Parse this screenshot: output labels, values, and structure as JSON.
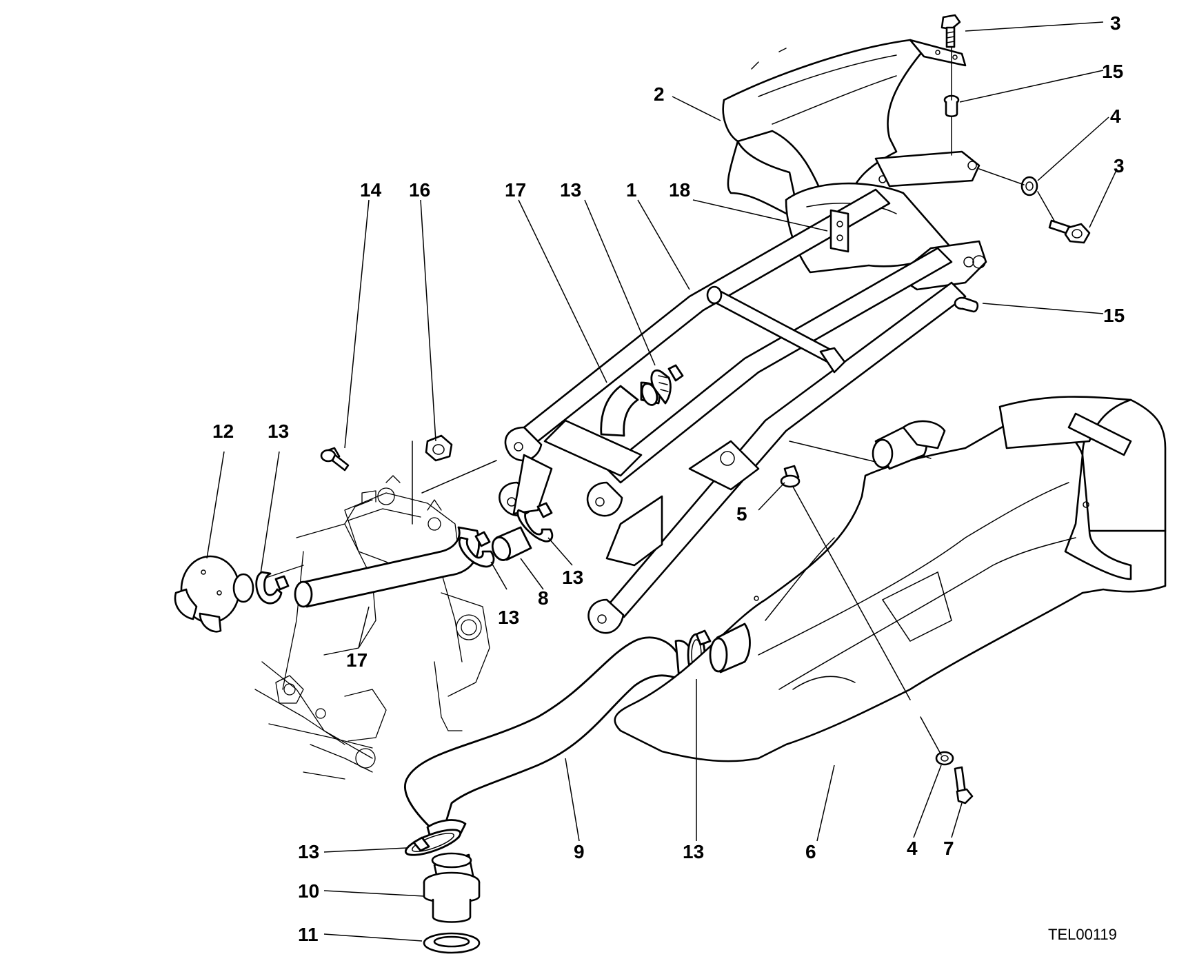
{
  "callouts": {
    "c3_top": "3",
    "c15_top": "15",
    "c2": "2",
    "c4_right": "4",
    "c3_right": "3",
    "c14": "14",
    "c16": "16",
    "c17_top": "17",
    "c13_top": "13",
    "c1": "1",
    "c18": "18",
    "c15_right": "15",
    "c12": "12",
    "c13_left": "13",
    "c5": "5",
    "c13_mid": "13",
    "c8": "8",
    "c13_low": "13",
    "c17_low": "17",
    "c13_bottom": "13",
    "c9": "9",
    "c13_bottom_mid": "13",
    "c6": "6",
    "c4_bottom": "4",
    "c7": "7",
    "c10": "10",
    "c11": "11"
  },
  "drawing_code": "TEL00119"
}
